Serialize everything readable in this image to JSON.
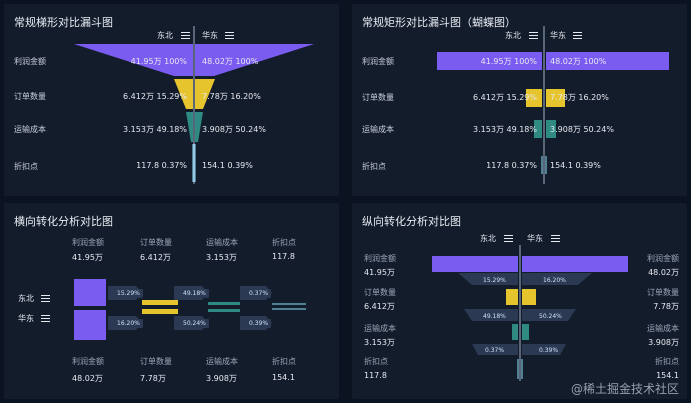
{
  "colors": {
    "purple": "#7b5cf0",
    "yellow": "#e6c42e",
    "teal": "#2f8a83",
    "cyan": "#8fe3ff",
    "panel": "#131c2b",
    "bg": "#0b1220"
  },
  "legend": {
    "left": "东北",
    "right": "华东"
  },
  "stages": [
    "利润金额",
    "订单数量",
    "运输成本",
    "折扣点"
  ],
  "p1": {
    "title": "常规梯形对比漏斗图",
    "left": [
      "41.95万 100%",
      "6.412万 15.29%",
      "3.153万 49.18%",
      "117.8 0.37%"
    ],
    "right": [
      "48.02万 100%",
      "7.78万 16.20%",
      "3.908万 50.24%",
      "154.1 0.39%"
    ]
  },
  "p2": {
    "title": "常规矩形对比漏斗图（蝴蝶图）",
    "left": [
      "41.95万 100%",
      "6.412万 15.29%",
      "3.153万 49.18%",
      "117.8 0.37%"
    ],
    "right": [
      "48.02万 100%",
      "7.78万 16.20%",
      "3.908万 50.24%",
      "154.1 0.39%"
    ]
  },
  "p3": {
    "title": "横向转化分析对比图",
    "top_values": [
      "41.95万",
      "6.412万",
      "3.153万",
      "117.8"
    ],
    "bottom_values": [
      "48.02万",
      "7.78万",
      "3.908万",
      "154.1"
    ],
    "top_rates": [
      "15.29%",
      "49.18%",
      "0.37%"
    ],
    "bottom_rates": [
      "16.20%",
      "50.24%",
      "0.39%"
    ]
  },
  "p4": {
    "title": "纵向转化分析对比图",
    "left_values": [
      "41.95万",
      "6.412万",
      "3.153万",
      "117.8"
    ],
    "right_values": [
      "48.02万",
      "7.78万",
      "3.908万",
      "154.1"
    ],
    "left_rates": [
      "15.29%",
      "49.18%",
      "0.37%"
    ],
    "right_rates": [
      "16.20%",
      "50.24%",
      "0.39%"
    ]
  },
  "watermark": "@稀土掘金技术社区"
}
